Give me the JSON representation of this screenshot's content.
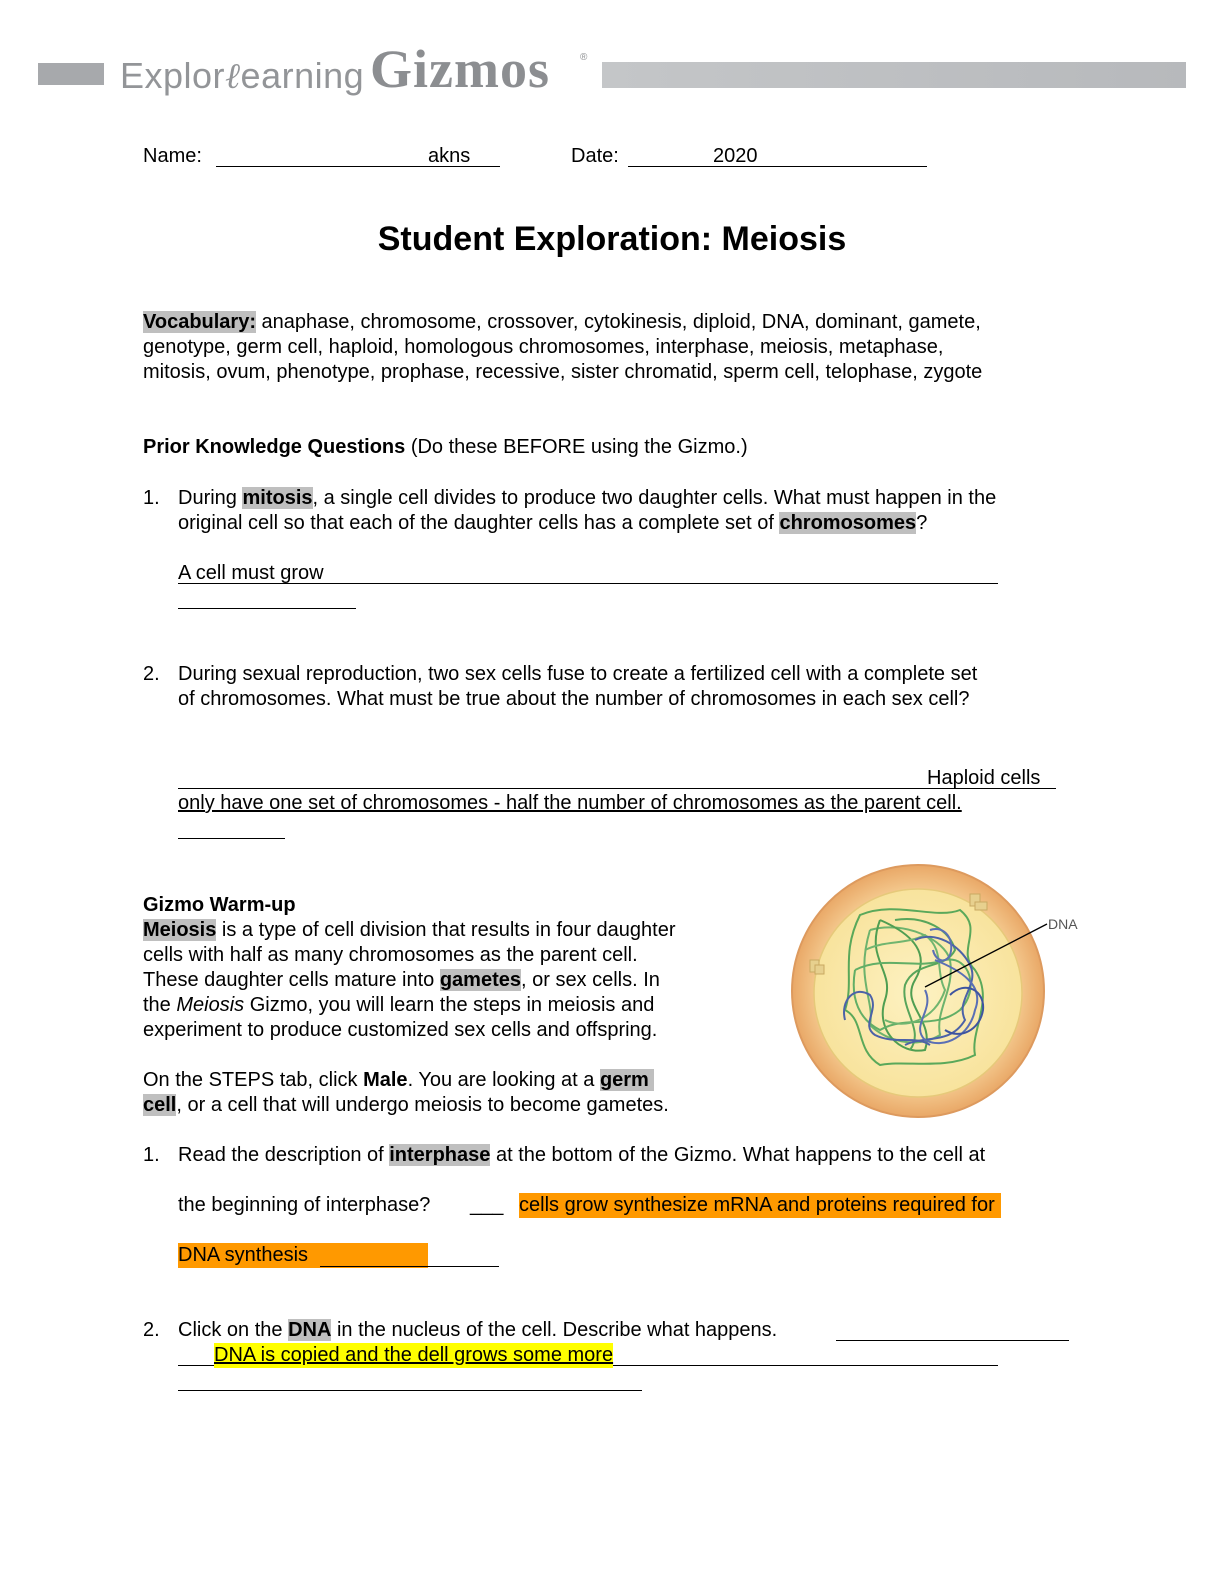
{
  "header": {
    "brand_explore": "Explor",
    "brand_learning": "earning",
    "brand_gizmos": "Gizmos",
    "brand_registered": "®"
  },
  "fields": {
    "name_label": "Name:",
    "name_value": "akns",
    "date_label": "Date:",
    "date_value": "2020"
  },
  "title": "Student Exploration: Meiosis",
  "vocabulary": {
    "label": "Vocabulary:",
    "line1": " anaphase, chromosome, crossover, cytokinesis, diploid, DNA, dominant, gamete,",
    "line2": "genotype, germ cell, haploid, homologous chromosomes, interphase, meiosis, metaphase,",
    "line3": "mitosis, ovum, phenotype, prophase, recessive, sister chromatid, sperm cell, telophase, zygote"
  },
  "prior_knowledge": {
    "heading": "Prior Knowledge Questions",
    "note": " (Do these BEFORE using the Gizmo.)",
    "q1": {
      "number": "1.",
      "line1_a": "During ",
      "line1_term": "mitosis",
      "line1_b": ", a single cell divides to produce two daughter cells. What must happen in the",
      "line2_a": "original cell so that each of the daughter cells has a complete set of ",
      "line2_term": "chromosomes",
      "line2_b": "?",
      "answer": "A cell must grow"
    },
    "q2": {
      "number": "2.",
      "line1": "During sexual reproduction, two sex cells fuse to create a fertilized cell with a complete set",
      "line2": "of chromosomes. What must be true about the number of chromosomes in each sex cell?",
      "answer_part1": "Haploid cells",
      "answer_part2": "only have one set of chromosomes - half the number of chromosomes as the parent cell."
    }
  },
  "warmup": {
    "heading": "Gizmo Warm-up",
    "p1_term": "Meiosis",
    "p1_l1": " is a type of cell division that results in four daughter",
    "p1_l2": "cells with half as many chromosomes as the parent cell.",
    "p1_l3_a": "These daughter cells mature into ",
    "p1_l3_term": "gametes",
    "p1_l3_b": ", or sex cells. In",
    "p1_l4_a": "the ",
    "p1_l4_italic": "Meiosis",
    "p1_l4_b": " Gizmo, you will learn the steps in meiosis and",
    "p1_l5": "experiment to produce customized sex cells and offspring.",
    "p2_l1_a": "On the STEPS tab, click ",
    "p2_l1_bold": "Male",
    "p2_l1_b": ". You are looking at a ",
    "p2_l1_term": "germ",
    "p2_l2_term": "cell",
    "p2_l2_b": ", or a cell that will undergo meiosis to become gametes.",
    "figure_label": "DNA"
  },
  "questions": {
    "q1": {
      "number": "1.",
      "line1_a": "Read the description of ",
      "line1_term": "interphase",
      "line1_b": " at the bottom of the Gizmo. What happens to the cell at",
      "line2_a": "the beginning of interphase?",
      "line2_blank": "___",
      "answer_a": "cells grow synthesize mRNA and proteins required for",
      "answer_b": "DNA synthesis"
    },
    "q2": {
      "number": "2.",
      "line1_a": "Click on the ",
      "line1_term": "DNA",
      "line1_b": " in the nucleus of the cell. Describe what happens.",
      "answer": "DNA is copied and the dell grows some more"
    }
  },
  "colors": {
    "highlight_gray": "#bfbfbf",
    "highlight_orange": "#ff9900",
    "highlight_yellow": "#ffff00",
    "cell_fill": "#f3c98c",
    "nucleus_fill": "#fbe9a8",
    "dna_green": "#5aa85a",
    "dna_blue": "#4c62a8"
  }
}
